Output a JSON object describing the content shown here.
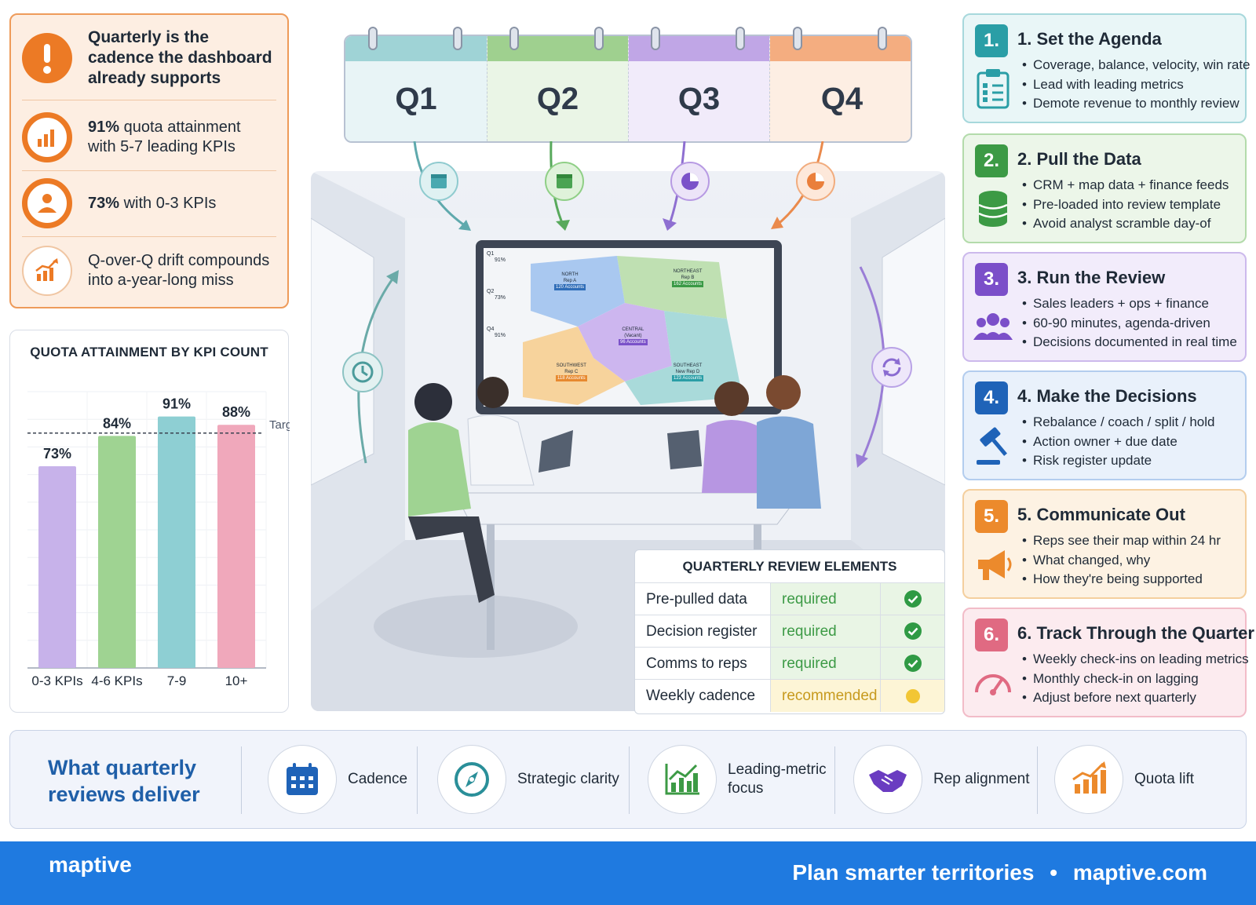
{
  "callout": {
    "headline": "Quarterly is the cadence the dashboard already supports",
    "rows": [
      {
        "bold": "91%",
        "text": " quota attainment with 5-7 leading KPIs",
        "icon": "bar-chart-icon"
      },
      {
        "bold": "73%",
        "text": " with 0-3 KPIs",
        "icon": "person-icon"
      },
      {
        "bold": "",
        "text": "Q-over-Q drift compounds into a-year-long miss",
        "icon": "trend-up-icon"
      }
    ]
  },
  "chart_data": {
    "type": "bar",
    "title": "QUOTA ATTAINMENT BY KPI COUNT",
    "categories": [
      "0-3 KPIs",
      "4-6 KPIs",
      "7-9",
      "10+"
    ],
    "values": [
      73,
      84,
      91,
      88
    ],
    "value_labels": [
      "73%",
      "84%",
      "91%",
      "88%"
    ],
    "colors": [
      "#c7b2ea",
      "#9fd392",
      "#8ecfd3",
      "#f0a8bb"
    ],
    "target_label": "Target",
    "target_value": 85,
    "ylim": [
      0,
      100
    ],
    "grid": true
  },
  "calendar": {
    "quarters": [
      {
        "label": "Q1",
        "band": "#9fd3d6",
        "bg": "#e8f4f6",
        "icon": "calendar-icon"
      },
      {
        "label": "Q2",
        "band": "#9fd08f",
        "bg": "#eaf5e6",
        "icon": "calendar-icon"
      },
      {
        "label": "Q3",
        "band": "#c0a6e6",
        "bg": "#f1ebfa",
        "icon": "pie-chart-icon"
      },
      {
        "label": "Q4",
        "band": "#f4ad80",
        "bg": "#fdeee3",
        "icon": "pie-chart-icon"
      }
    ]
  },
  "map": {
    "regions": [
      {
        "name": "NORTH",
        "rep": "Rep A",
        "accounts": "120 Accounts"
      },
      {
        "name": "NORTHEAST",
        "rep": "Rep B",
        "accounts": "162 Accounts"
      },
      {
        "name": "CENTRAL",
        "rep": "(Vacant)",
        "accounts": "96 Accounts"
      },
      {
        "name": "SOUTHWEST",
        "rep": "Rep C",
        "accounts": "118 Accounts"
      },
      {
        "name": "SOUTHEAST",
        "rep": "New Rep D",
        "accounts": "123 Accounts"
      }
    ],
    "side_labels": [
      "Q1",
      "Q2",
      "Q4"
    ],
    "side_values": [
      "91%",
      "73%",
      "91%"
    ]
  },
  "table": {
    "title": "QUARTERLY REVIEW ELEMENTS",
    "rows": [
      {
        "item": "Pre-pulled data",
        "status": "required",
        "state": "check"
      },
      {
        "item": "Decision register",
        "status": "required",
        "state": "check"
      },
      {
        "item": "Comms to reps",
        "status": "required",
        "state": "check"
      },
      {
        "item": "Weekly cadence",
        "status": "recommended",
        "state": "dot"
      }
    ]
  },
  "steps": [
    {
      "num": "1.",
      "title": "1. Set the Agenda",
      "color": "#2a9ea6",
      "bg": "#e9f6f7",
      "border": "#a7d8dc",
      "icon": "clipboard-icon",
      "items": [
        "Coverage, balance, velocity, win rate",
        "Lead with leading metrics",
        "Demote revenue to monthly review"
      ]
    },
    {
      "num": "2.",
      "title": "2. Pull the Data",
      "color": "#3c9a45",
      "bg": "#ecf6e9",
      "border": "#b3dbab",
      "icon": "database-icon",
      "items": [
        "CRM + map data + finance feeds",
        "Pre-loaded into review template",
        "Avoid analyst scramble day-of"
      ]
    },
    {
      "num": "3.",
      "title": "3. Run the Review",
      "color": "#7b4fc9",
      "bg": "#f2ecfb",
      "border": "#ccb9ec",
      "icon": "people-icon",
      "items": [
        "Sales leaders + ops + finance",
        "60-90 minutes, agenda-driven",
        "Decisions documented in real time"
      ]
    },
    {
      "num": "4.",
      "title": "4. Make the Decisions",
      "color": "#1f63b8",
      "bg": "#e9f1fb",
      "border": "#b3cdee",
      "icon": "gavel-icon",
      "items": [
        "Rebalance / coach / split / hold",
        "Action owner + due date",
        "Risk register update"
      ]
    },
    {
      "num": "5.",
      "title": "5. Communicate Out",
      "color": "#ec8a2c",
      "bg": "#fdf2e3",
      "border": "#f4cf9e",
      "icon": "megaphone-icon",
      "items": [
        "Reps see their map within 24 hr",
        "What changed, why",
        "How they're being supported"
      ]
    },
    {
      "num": "6.",
      "title": "6. Track Through the Quarter",
      "color": "#e06a82",
      "bg": "#fcebef",
      "border": "#f2bcc8",
      "icon": "gauge-icon",
      "items": [
        "Weekly check-ins on leading metrics",
        "Monthly check-in on lagging",
        "Adjust before next quarterly"
      ]
    }
  ],
  "deliver": {
    "title": "What quarterly reviews deliver",
    "items": [
      {
        "label": "Cadence",
        "icon": "calendar-grid-icon",
        "color": "#1f63b8"
      },
      {
        "label": "Strategic clarity",
        "icon": "compass-icon",
        "color": "#2a8f99"
      },
      {
        "label": "Leading-metric focus",
        "icon": "growth-chart-icon",
        "color": "#3c9a45"
      },
      {
        "label": "Rep alignment",
        "icon": "handshake-icon",
        "color": "#6a3cc1"
      },
      {
        "label": "Quota lift",
        "icon": "bar-trend-icon",
        "color": "#ec8a2c"
      }
    ]
  },
  "footer": {
    "logo": "maptive",
    "tagline": "Plan smarter territories",
    "separator": "•",
    "url": "maptive.com"
  }
}
